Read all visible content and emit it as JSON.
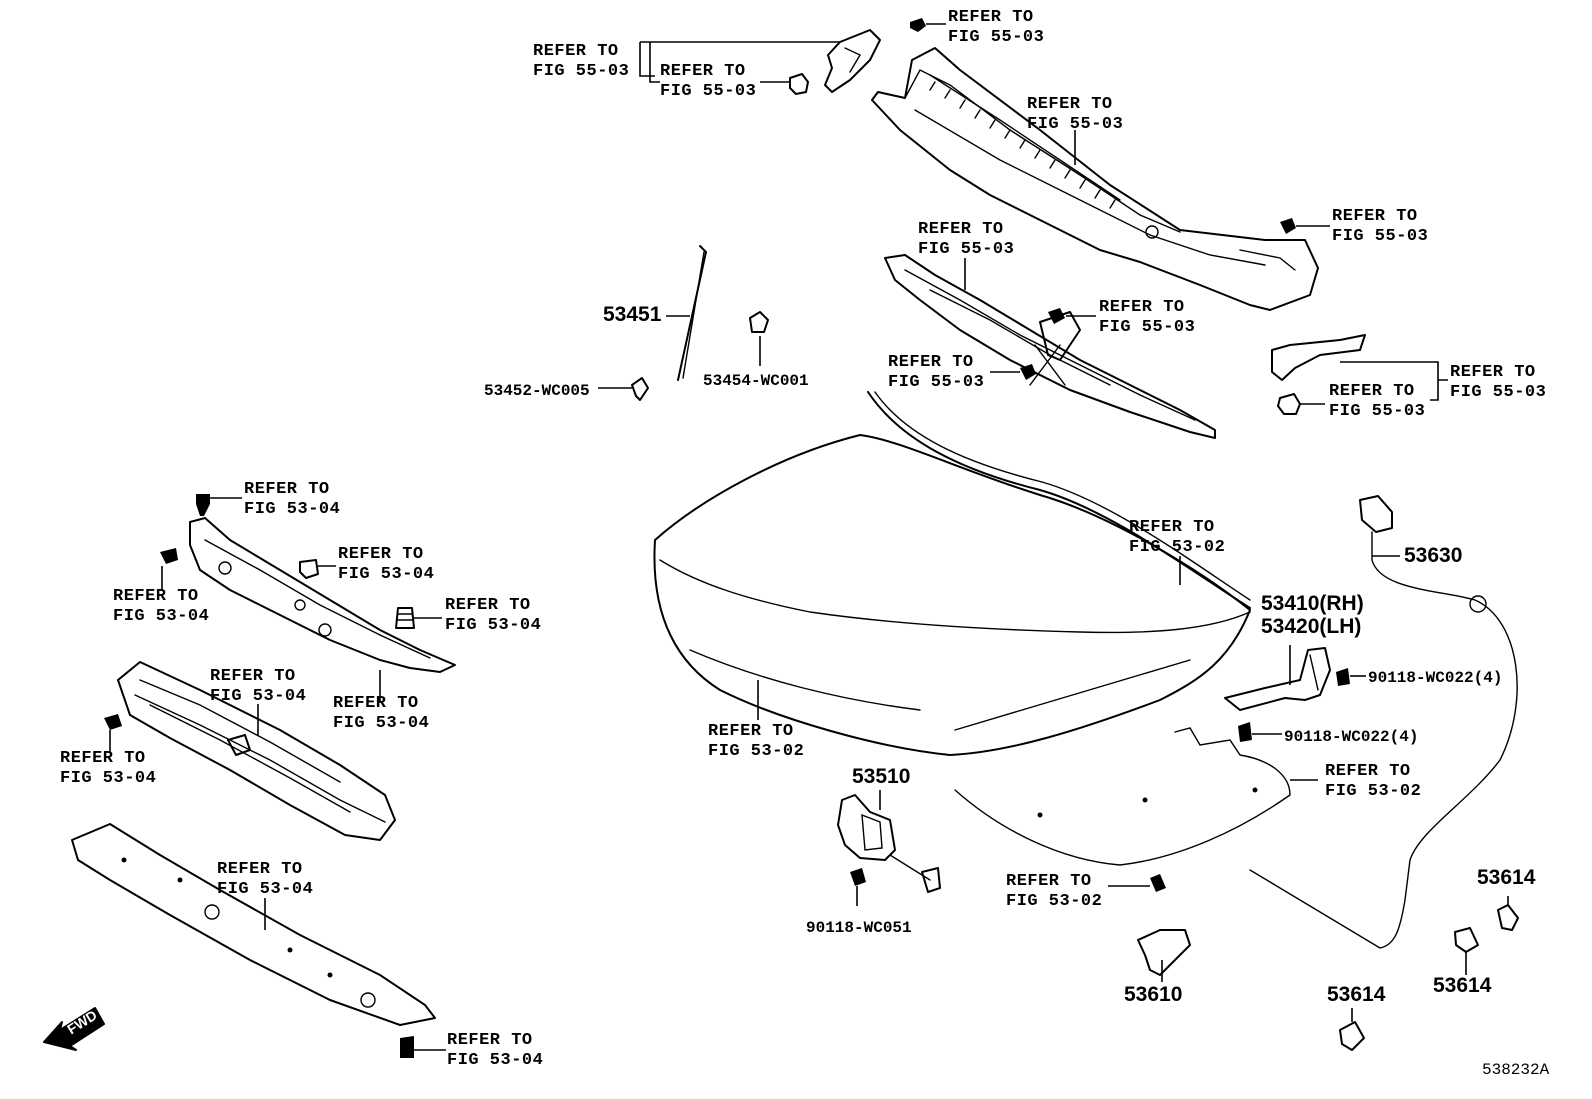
{
  "refer_labels": [
    {
      "id": "r1",
      "l1": "REFER TO",
      "l2": "FIG 55-03"
    },
    {
      "id": "r2",
      "l1": "REFER TO",
      "l2": "FIG 55-03"
    },
    {
      "id": "r3",
      "l1": "REFER TO",
      "l2": "FIG 55-03"
    },
    {
      "id": "r4",
      "l1": "REFER TO",
      "l2": "FIG 55-03"
    },
    {
      "id": "r5",
      "l1": "REFER TO",
      "l2": "FIG 55-03"
    },
    {
      "id": "r6",
      "l1": "REFER TO",
      "l2": "FIG 55-03"
    },
    {
      "id": "r7",
      "l1": "REFER TO",
      "l2": "FIG 55-03"
    },
    {
      "id": "r8",
      "l1": "REFER TO",
      "l2": "FIG 55-03"
    },
    {
      "id": "r9",
      "l1": "REFER TO",
      "l2": "FIG 55-03"
    },
    {
      "id": "r10",
      "l1": "REFER TO",
      "l2": "FIG 55-03"
    },
    {
      "id": "r11",
      "l1": "REFER TO",
      "l2": "FIG 53-04"
    },
    {
      "id": "r12",
      "l1": "REFER TO",
      "l2": "FIG 53-04"
    },
    {
      "id": "r13",
      "l1": "REFER TO",
      "l2": "FIG 53-04"
    },
    {
      "id": "r14",
      "l1": "REFER TO",
      "l2": "FIG 53-04"
    },
    {
      "id": "r15",
      "l1": "REFER TO",
      "l2": "FIG 53-04"
    },
    {
      "id": "r16",
      "l1": "REFER TO",
      "l2": "FIG 53-04"
    },
    {
      "id": "r17",
      "l1": "REFER TO",
      "l2": "FIG 53-04"
    },
    {
      "id": "r18",
      "l1": "REFER TO",
      "l2": "FIG 53-04"
    },
    {
      "id": "r19",
      "l1": "REFER TO",
      "l2": "FIG 53-04"
    },
    {
      "id": "r20",
      "l1": "REFER TO",
      "l2": "FIG 53-02"
    },
    {
      "id": "r21",
      "l1": "REFER TO",
      "l2": "FIG 53-02"
    },
    {
      "id": "r22",
      "l1": "REFER TO",
      "l2": "FIG 53-02"
    },
    {
      "id": "r23",
      "l1": "REFER TO",
      "l2": "FIG 53-02"
    }
  ],
  "part_numbers": {
    "p53451": "53451",
    "p53452": "53452-WC005",
    "p53454": "53454-WC001",
    "p53630": "53630",
    "p53410": "53410(RH)",
    "p53420": "53420(LH)",
    "p90118a": "90118-WC022(4)",
    "p90118b": "90118-WC022(4)",
    "p53510": "53510",
    "p90118c": "90118-WC051",
    "p53610": "53610",
    "p53614a": "53614",
    "p53614b": "53614",
    "p53614c": "53614"
  },
  "direction_arrow": "FWD",
  "diagram_id": "538232A"
}
